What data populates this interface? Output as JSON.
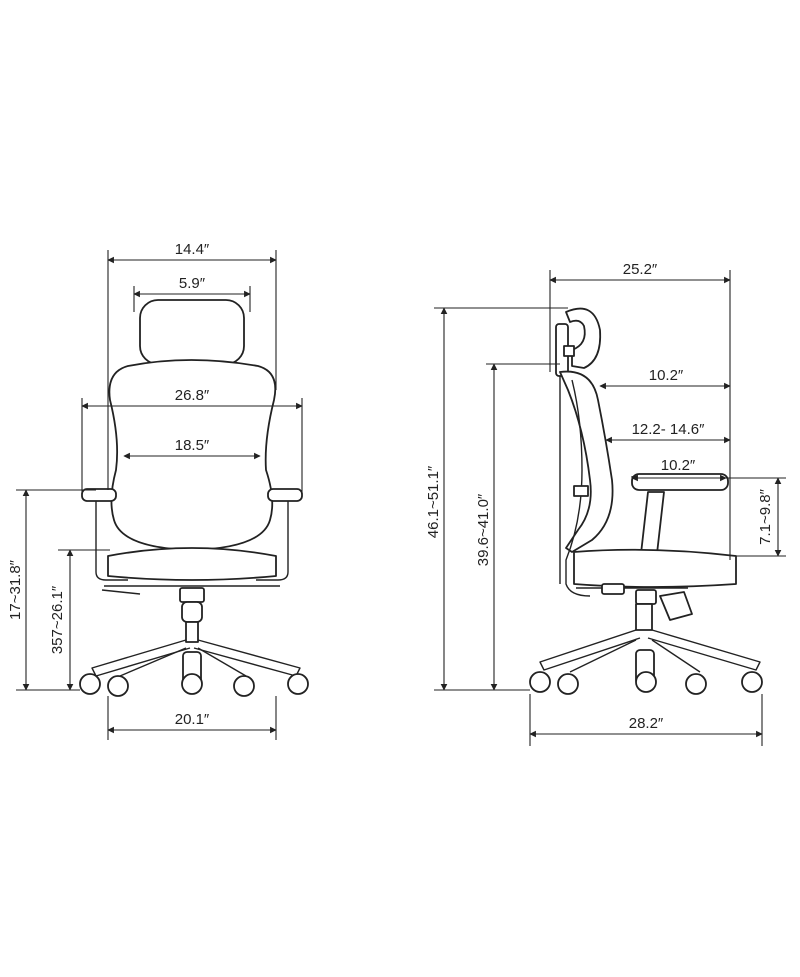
{
  "front_view": {
    "dims": {
      "headrest_span": "14.4″",
      "headrest_width": "5.9″",
      "armrest_outer_width": "26.8″",
      "seat_width": "18.5″",
      "armrest_height": "17~31.8″",
      "seat_height": "357~26.1″",
      "base_width": "20.1″"
    }
  },
  "side_view": {
    "dims": {
      "overall_depth": "25.2″",
      "backrest_depth": "10.2″",
      "seat_depth": "12.2- 14.6″",
      "armrest_length": "10.2″",
      "armrest_adjust": "7.1~9.8″",
      "overall_height": "46.1~51.1″",
      "back_height": "39.6~41.0″",
      "base_depth": "28.2″"
    }
  }
}
